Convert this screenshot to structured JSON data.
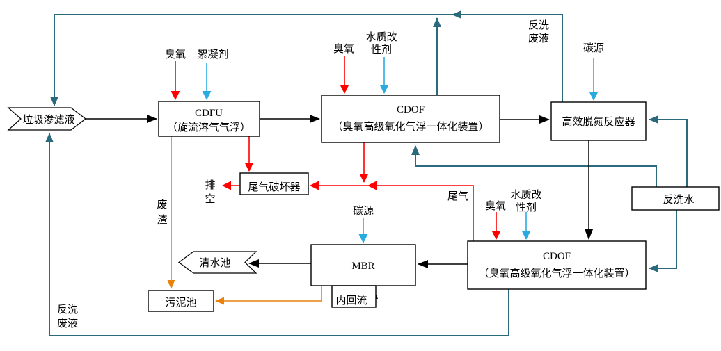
{
  "diagram": {
    "nodes": {
      "leachate": {
        "label": "垃圾渗滤液"
      },
      "cdfu": {
        "line1": "CDFU",
        "line2": "（旋流溶气气浮）"
      },
      "cdof1": {
        "line1": "CDOF",
        "line2": "（臭氧高级氧化气浮一体化装置）"
      },
      "denit": {
        "label": "高效脱氮反应器"
      },
      "tail_gas_destructor": {
        "label": "尾气破坏器"
      },
      "mbr": {
        "label": "MBR"
      },
      "cdof2": {
        "line1": "CDOF",
        "line2": "（臭氧高级氧化气浮一体化装置）"
      },
      "backwash_water": {
        "label": "反洗水"
      },
      "clean_water": {
        "label": "清水池"
      },
      "sludge_tank": {
        "label": "污泥池"
      },
      "internal_reflux": {
        "label": "内回流"
      }
    },
    "annotations": {
      "ozone_cdfu": "臭氧",
      "flocculant": "絮凝剂",
      "ozone_cdof1": "臭氧",
      "modifier1_l1": "水质改",
      "modifier1_l2": "性剂",
      "backwash_waste_top_l1": "反洗",
      "backwash_waste_top_l2": "废液",
      "carbon_denit": "碳源",
      "vent_l1": "排",
      "vent_l2": "空",
      "waste_l1": "废",
      "waste_l2": "渣",
      "tail_gas": "尾气",
      "ozone_cdof2": "臭氧",
      "modifier2_l1": "水质改",
      "modifier2_l2": "性剂",
      "carbon_mbr": "碳源",
      "backwash_waste_bottom_l1": "反洗",
      "backwash_waste_bottom_l2": "废液"
    },
    "colors": {
      "main": "#000000",
      "ozone": "#fe0000",
      "chem": "#29abe2",
      "back": "#2b6a7c",
      "sludge": "#e8820d"
    }
  }
}
